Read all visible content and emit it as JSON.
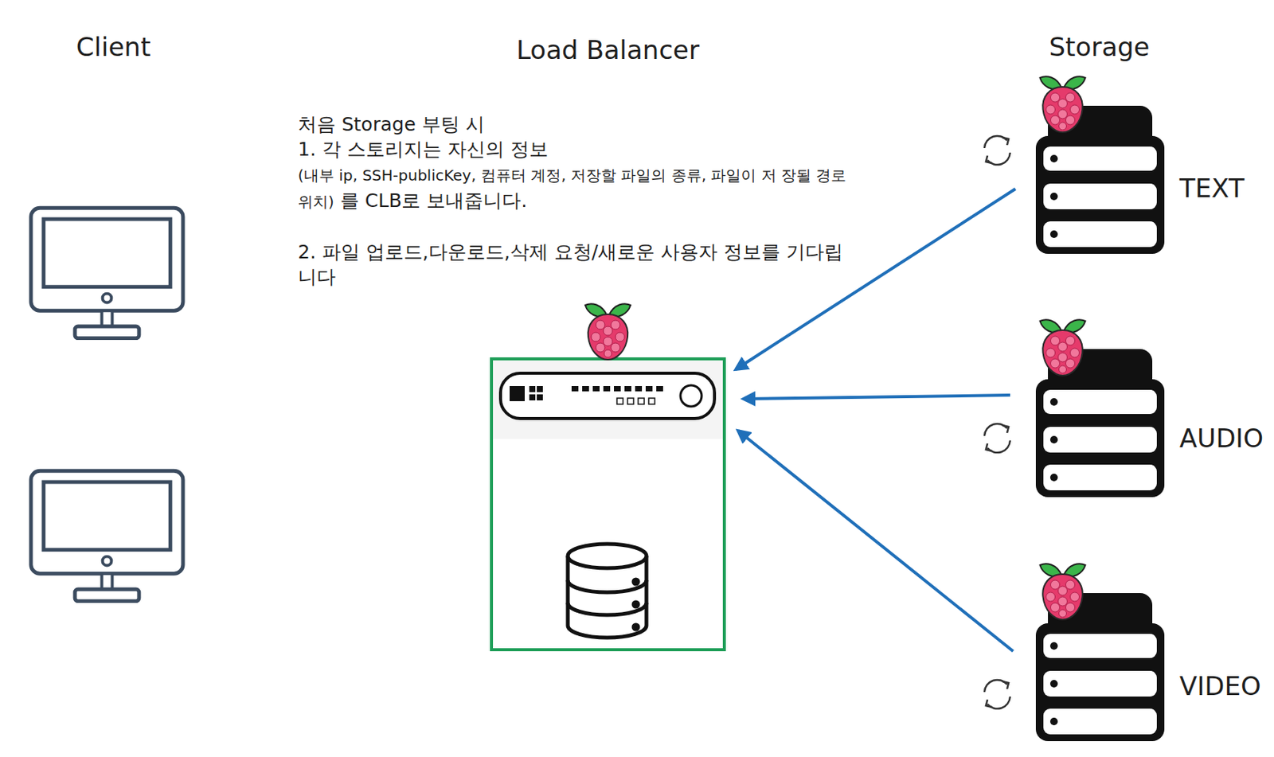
{
  "diagram": {
    "nodes": [
      {
        "text": [
          "Load Balancer"
        ]
      },
      {
        "text": [
          "TEXT"
        ]
      },
      {
        "text": [
          "AUDIO"
        ]
      },
      {
        "text": [
          "VIDEO"
        ]
      }
    ],
    "edges": [
      {
        "from": 1,
        "to": 0,
        "arrow": "to"
      },
      {
        "from": 2,
        "to": 0,
        "arrow": "to"
      },
      {
        "from": 3,
        "to": 0,
        "arrow": "to"
      }
    ],
    "labels": [
      "Client",
      "Storage",
      "처음 Storage 부팅 시",
      "1. 각 스토리지는 자신의 정보",
      "(내부 ip, SSH-publicKey, 컴퓨터 계정, 저장할 파일의 종류, 파일이 저 장될 경로위치)",
      "를 CLB로 보내줍니다.",
      "2. 파일 업로드,다운로드,삭제 요청/새로운 사용자 정보를 기다립니다"
    ]
  }
}
